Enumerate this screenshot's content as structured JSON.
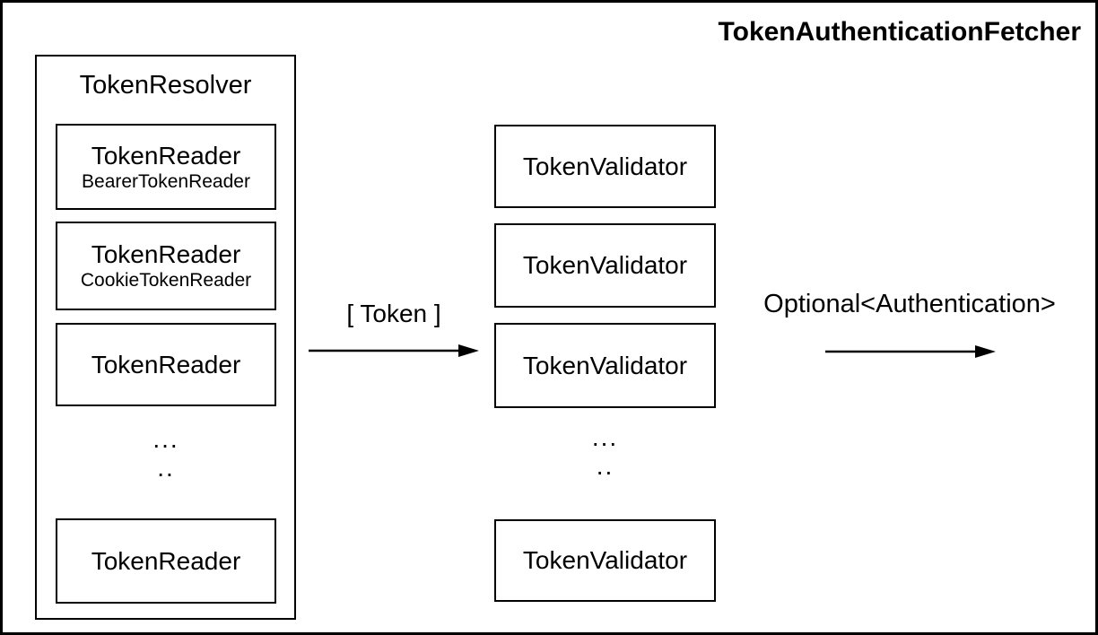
{
  "diagram": {
    "title": "TokenAuthenticationFetcher",
    "resolver": {
      "label": "TokenResolver",
      "readers": [
        {
          "type": "TokenReader",
          "impl": "BearerTokenReader"
        },
        {
          "type": "TokenReader",
          "impl": "CookieTokenReader"
        },
        {
          "type": "TokenReader"
        },
        {
          "type": "TokenReader"
        }
      ],
      "ellipsis_line1": "...",
      "ellipsis_line2": ".."
    },
    "validators": {
      "boxes": [
        {
          "type": "TokenValidator"
        },
        {
          "type": "TokenValidator"
        },
        {
          "type": "TokenValidator"
        },
        {
          "type": "TokenValidator"
        }
      ],
      "ellipsis_line1": "...",
      "ellipsis_line2": ".."
    },
    "token_arrow": {
      "label": "[ Token ]"
    },
    "output_arrow": {
      "label": "Optional<Authentication>"
    }
  },
  "colors": {
    "background": "#ffffff",
    "line": "#000000",
    "text": "#000000"
  }
}
